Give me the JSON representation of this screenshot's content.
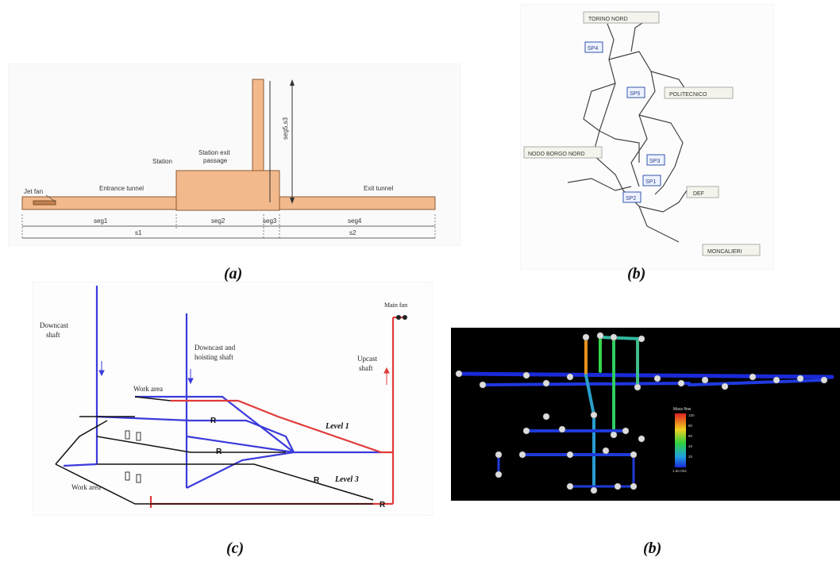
{
  "captions": {
    "a": "(a)",
    "b_top": "(b)",
    "c": "(c)",
    "b_bottom": "(b)"
  },
  "panel_a": {
    "labels": {
      "jet_fan": "Jet fan",
      "entrance_tunnel": "Entrance tunnel",
      "station": "Station",
      "station_exit_passage_1": "Station exit",
      "station_exit_passage_2": "passage",
      "exit_tunnel": "Exit tunnel",
      "seg5": "seg5,s3",
      "seg1": "seg1",
      "seg2": "seg2",
      "seg3": "seg3",
      "seg4": "seg4",
      "s1": "s1",
      "s2": "s2"
    },
    "colors": {
      "tunnel_fill": "#f2b98c",
      "tunnel_stroke": "#8a5a34"
    }
  },
  "panel_b_top": {
    "labels": {
      "n1": "TORINO NORD",
      "n2": "POLITECNICO",
      "n3": "NODO BORGO NORD",
      "n4": "DEF",
      "n5": "MONCALIERI"
    },
    "boxes": [
      "SP4",
      "SP5",
      "SP3",
      "SP1",
      "SP2"
    ],
    "colors": {
      "box_stroke": "#3355aa",
      "line": "#444444"
    }
  },
  "panel_c": {
    "labels": {
      "downcast_shaft_1": "Downcast",
      "downcast_shaft_2": "shaft",
      "downcast_hoisting_1": "Downcast and",
      "downcast_hoisting_2": "hoisting shaft",
      "upcast_1": "Upcast",
      "upcast_2": "shaft",
      "main_fan": "Main fan",
      "work_area_top": "Work area",
      "work_area_bottom": "Work area",
      "level1": "Level 1",
      "level3": "Level 3",
      "r": "R"
    },
    "colors": {
      "intake": "#3b3bdc",
      "return": "#e23a3a",
      "level": "#111111",
      "node": "#d94a4a"
    }
  },
  "panel_d": {
    "legend_title": "Mass flow",
    "legend_ticks": [
      "100",
      "80",
      "60",
      "40",
      "20",
      "1.5e-004"
    ],
    "colors": {
      "background": "#000000",
      "node": "#dcdcdc"
    }
  }
}
